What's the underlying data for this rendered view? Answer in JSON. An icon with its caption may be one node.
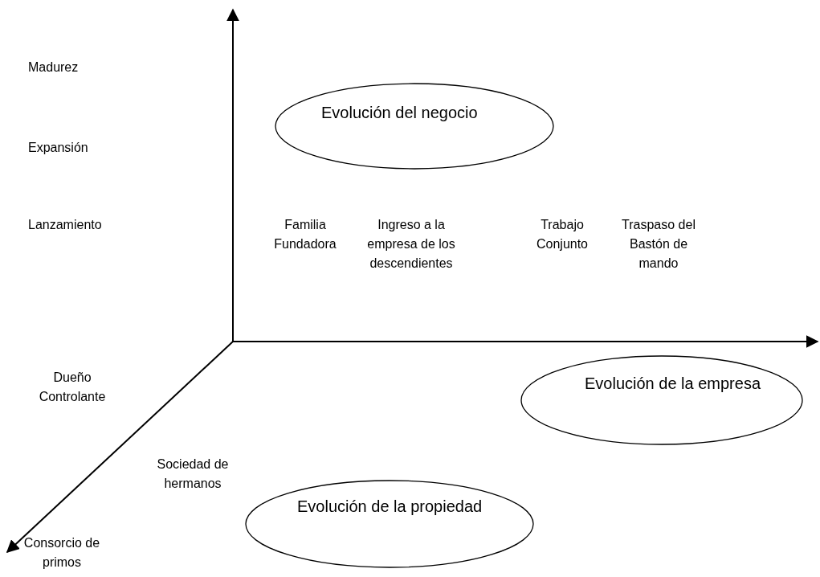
{
  "diagram": {
    "nodes": [
      {
        "text": [
          "Evolución del negocio"
        ]
      },
      {
        "text": [
          "Evolución de la empresa"
        ]
      },
      {
        "text": [
          "Evolución de la propiedad"
        ]
      }
    ],
    "labels": [
      "Madurez",
      "Expansión",
      "Lanzamiento",
      "Familia Fundadora",
      "Ingreso a la empresa de los descendientes",
      "Trabajo Conjunto",
      "Traspaso del Bastón de mando",
      "Dueño Controlante",
      "Sociedad de hermanos",
      "Consorcio de primos"
    ]
  }
}
